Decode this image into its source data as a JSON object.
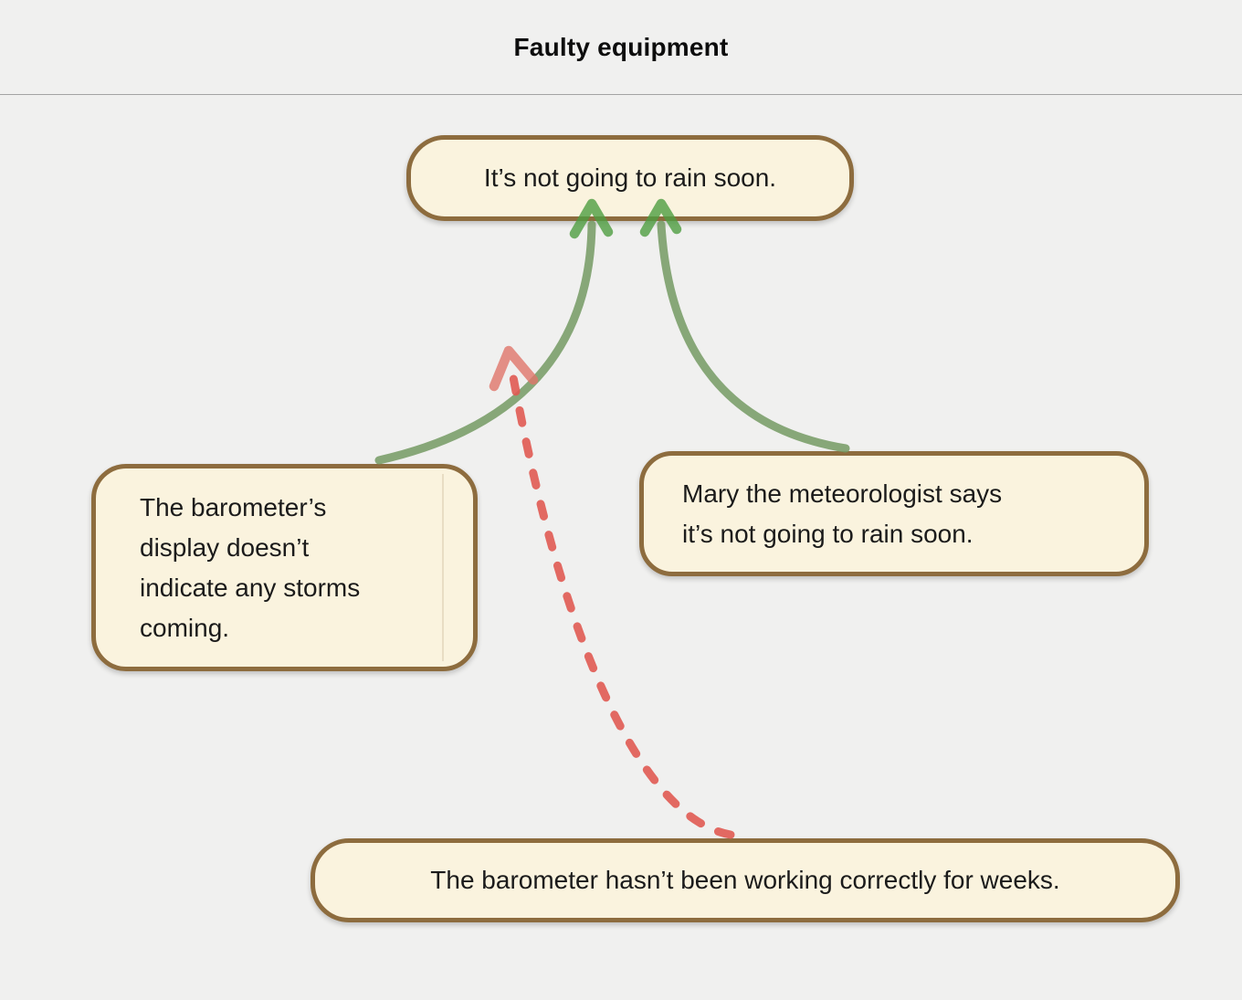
{
  "window": {
    "title": "Faulty equipment"
  },
  "canvas": {
    "nodes": {
      "conclusion": {
        "text": "It’s not going to rain soon."
      },
      "premise_left": {
        "text": "The barometer’s\ndisplay doesn’t\nindicate any storms\ncoming."
      },
      "premise_right": {
        "text": "Mary the meteorologist says\nit’s not going to rain soon."
      },
      "objection": {
        "text": "The barometer hasn’t been working correctly for weeks."
      }
    },
    "edges": {
      "support_stroke": "#749a63",
      "support_head_stroke": "#4f9e41",
      "objection_stroke": "#e05a52",
      "objection_head_stroke": "#e0756a",
      "items": [
        {
          "from": "premise_left",
          "to": "conclusion",
          "relation": "supports",
          "line": "solid-green-arrow"
        },
        {
          "from": "premise_right",
          "to": "conclusion",
          "relation": "supports",
          "line": "solid-green-arrow"
        },
        {
          "from": "objection",
          "to": "support-link-premise_left-conclusion",
          "relation": "objects-to",
          "line": "dashed-red-arrow"
        }
      ]
    },
    "colors": {
      "background": "#f0f0ef",
      "titlebar_divider": "#a3a3a3",
      "node_fill": "#faf3de",
      "node_border": "#8d6c3e",
      "node_text": "#1b1b1b"
    }
  }
}
